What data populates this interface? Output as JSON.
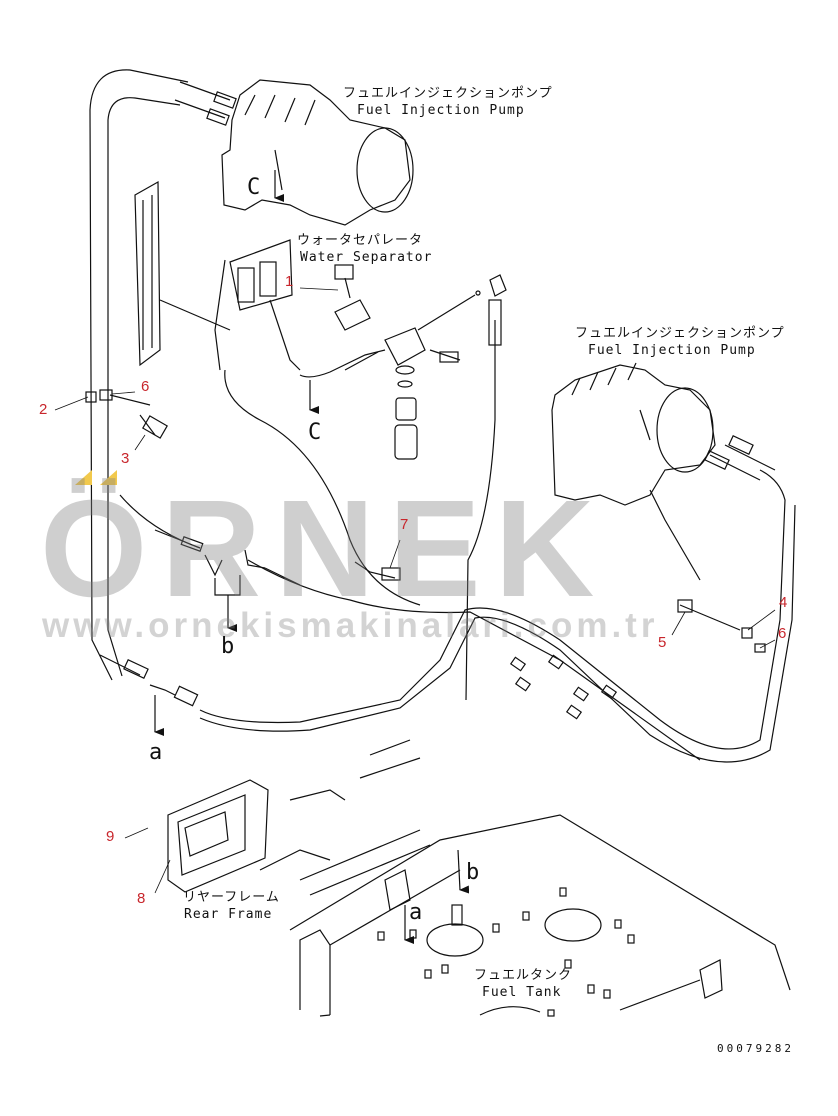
{
  "labels": {
    "fip_top_jp": "フュエルインジェクションポンプ",
    "fip_top_en": "Fuel Injection Pump",
    "ws_jp": "ウォータセパレータ",
    "ws_en": "Water Separator",
    "fip_right_jp": "フュエルインジェクションポンプ",
    "fip_right_en": "Fuel Injection Pump",
    "rf_jp": "リヤーフレーム",
    "rf_en": "Rear Frame",
    "ft_jp": "フュエルタンク",
    "ft_en": "Fuel Tank"
  },
  "part_numbers": [
    "1",
    "2",
    "3",
    "4",
    "5",
    "6",
    "6",
    "7",
    "8",
    "9"
  ],
  "ref_letters": {
    "c_upper": "C",
    "c_lower": "C",
    "b_mid": "b",
    "a_left": "a",
    "a_tank": "a",
    "b_tank": "b"
  },
  "watermark": {
    "main": "ÖRNEK",
    "url": "www.ornekismakinalari.com.tr"
  },
  "drawing_code": "00079282",
  "colors": {
    "callout": "#c8262c",
    "line": "#111111",
    "watermark": "#8a8a8a",
    "accent_marks": "#f2c94c"
  }
}
